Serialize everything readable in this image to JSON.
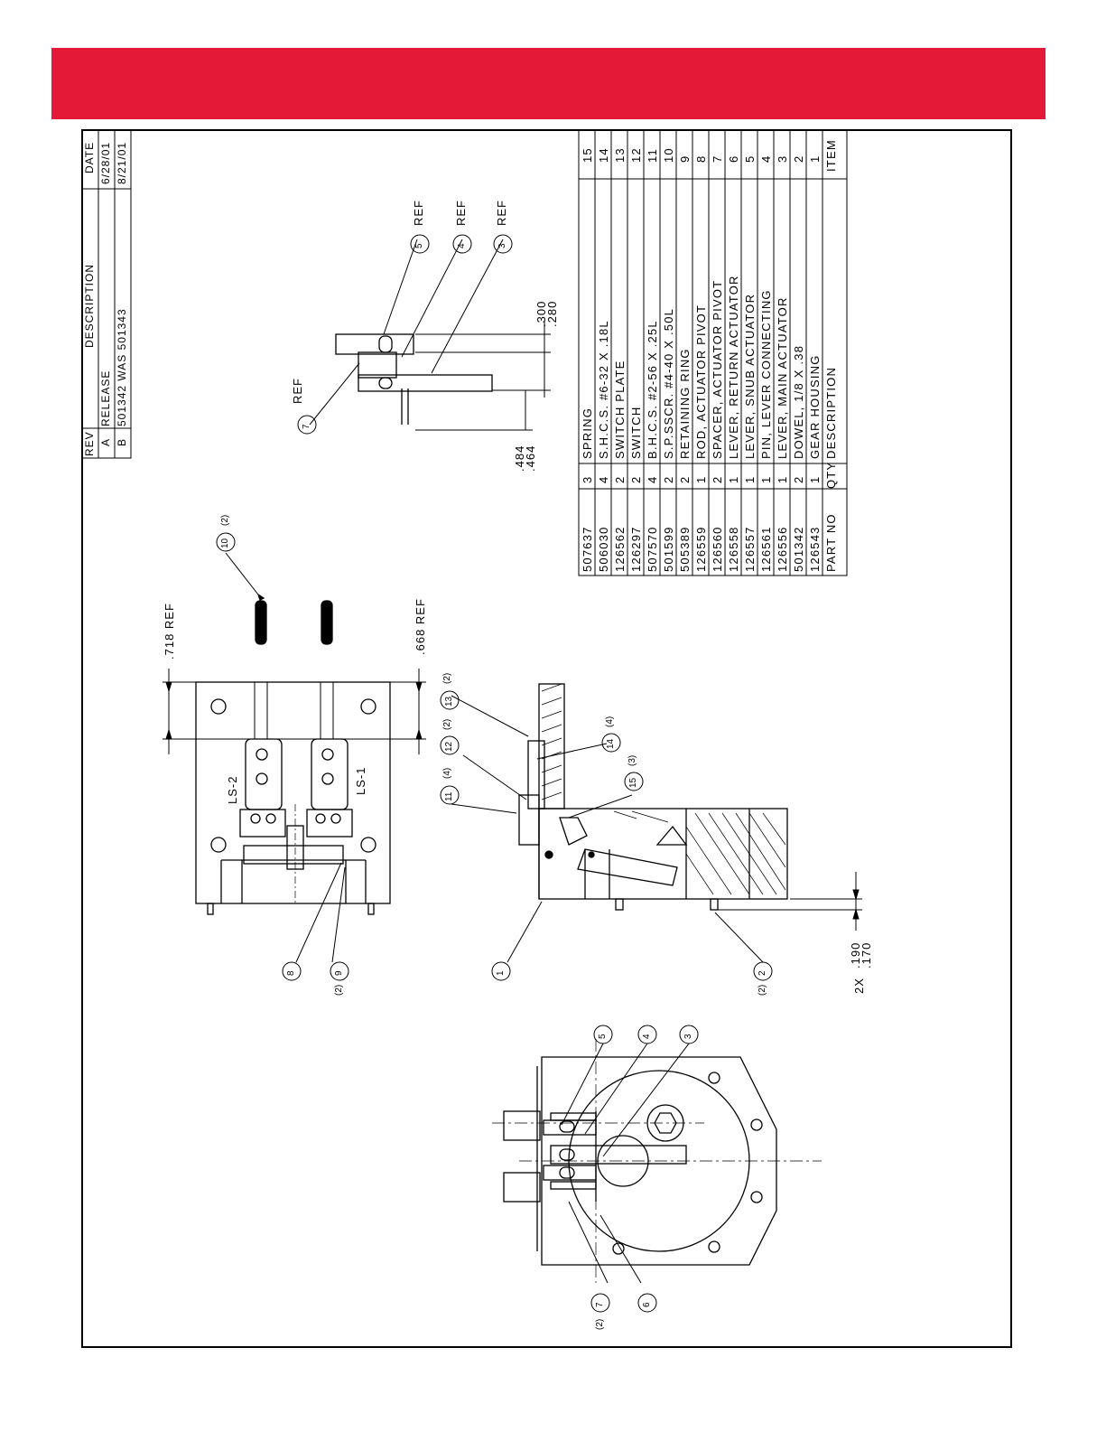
{
  "banner": {
    "color": "#e31937"
  },
  "revisions": {
    "headers": {
      "rev": "REV",
      "description": "DESCRIPTION",
      "date": "DATE"
    },
    "rows": [
      {
        "rev": "A",
        "description": "RELEASE",
        "date": "6/28/01"
      },
      {
        "rev": "B",
        "description": "501342 WAS 501343",
        "date": "8/21/01"
      }
    ]
  },
  "parts_list": {
    "headers": {
      "part_no": "PART NO",
      "qty": "QTY",
      "description": "DESCRIPTION",
      "item": "ITEM"
    },
    "rows": [
      {
        "part_no": "507637",
        "qty": "3",
        "description": "SPRING",
        "item": "15"
      },
      {
        "part_no": "506030",
        "qty": "4",
        "description": "S.H.C.S. #6-32 X .18L",
        "item": "14"
      },
      {
        "part_no": "126562",
        "qty": "2",
        "description": "SWITCH PLATE",
        "item": "13"
      },
      {
        "part_no": "126297",
        "qty": "2",
        "description": "SWITCH",
        "item": "12"
      },
      {
        "part_no": "507570",
        "qty": "4",
        "description": "B.H.C.S. #2-56 X .25L",
        "item": "11"
      },
      {
        "part_no": "501599",
        "qty": "2",
        "description": "S.P.SSCR. #4-40 X .50L",
        "item": "10"
      },
      {
        "part_no": "505389",
        "qty": "2",
        "description": "RETAINING RING",
        "item": "9"
      },
      {
        "part_no": "126559",
        "qty": "1",
        "description": "ROD, ACTUATOR PIVOT",
        "item": "8"
      },
      {
        "part_no": "126560",
        "qty": "2",
        "description": "SPACER, ACTUATOR PIVOT",
        "item": "7"
      },
      {
        "part_no": "126558",
        "qty": "1",
        "description": "LEVER, RETURN ACTUATOR",
        "item": "6"
      },
      {
        "part_no": "126557",
        "qty": "1",
        "description": "LEVER, SNUB ACTUATOR",
        "item": "5"
      },
      {
        "part_no": "126561",
        "qty": "1",
        "description": "PIN, LEVER CONNECTING",
        "item": "4"
      },
      {
        "part_no": "126556",
        "qty": "1",
        "description": "LEVER, MAIN ACTUATOR",
        "item": "3"
      },
      {
        "part_no": "501342",
        "qty": "2",
        "description": "DOWEL, 1/8 X .38",
        "item": "2"
      },
      {
        "part_no": "126543",
        "qty": "1",
        "description": "GEAR HOUSING",
        "item": "1"
      }
    ]
  },
  "dimensions": {
    "d718": ".718 REF",
    "d668": ".668 REF",
    "d484": ".484",
    "d464": ".464",
    "d300": ".300",
    "d280": ".280",
    "d190": ".190",
    "d170": ".170",
    "two_x": "2X"
  },
  "labels": {
    "ls1": "LS-1",
    "ls2": "LS-2",
    "ref": "REF",
    "q2": "(2)",
    "q3": "(3)",
    "q4": "(4)"
  },
  "balloons": [
    "1",
    "2",
    "3",
    "4",
    "5",
    "6",
    "7",
    "8",
    "9",
    "10",
    "11",
    "12",
    "13",
    "14",
    "15"
  ]
}
